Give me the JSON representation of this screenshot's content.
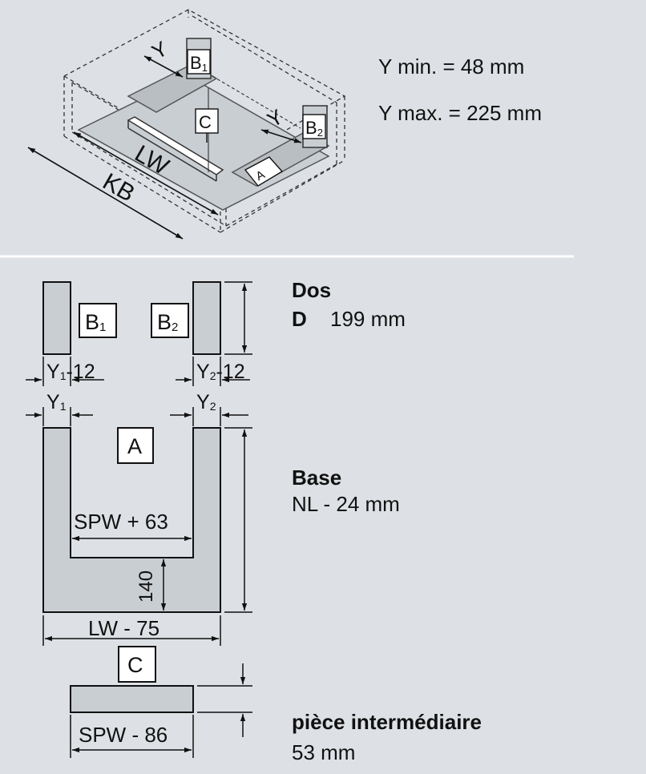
{
  "top": {
    "y_min": "Y min. = 48 mm",
    "y_max": "Y max. = 225 mm",
    "label_y": "Y",
    "label_b1": "B",
    "label_b2": "B",
    "sub_1": "1",
    "sub_2": "2",
    "label_c": "C",
    "label_a": "A",
    "label_lw": "LW",
    "label_kb": "KB"
  },
  "bottom": {
    "box_b": "B",
    "sub_1": "1",
    "sub_2": "2",
    "box_a": "A",
    "box_c": "C",
    "dim_y": "Y",
    "dim_minus12": "-12",
    "dim_spw63": "SPW + 63",
    "dim_140": "140",
    "dim_lw75": "LW - 75",
    "dim_spw86": "SPW - 86"
  },
  "specs": {
    "dos": {
      "title": "Dos",
      "letter": "D",
      "value": "199 mm"
    },
    "base": {
      "title": "Base",
      "value": "NL - 24 mm"
    },
    "piece": {
      "title": "pièce intermédiaire",
      "value": "53 mm"
    }
  },
  "colors": {
    "background": "#dde1e5",
    "panel_fill": "#c9ced3",
    "box_fill": "#ffffff",
    "stroke": "#111111",
    "divider": "#ffffff"
  }
}
